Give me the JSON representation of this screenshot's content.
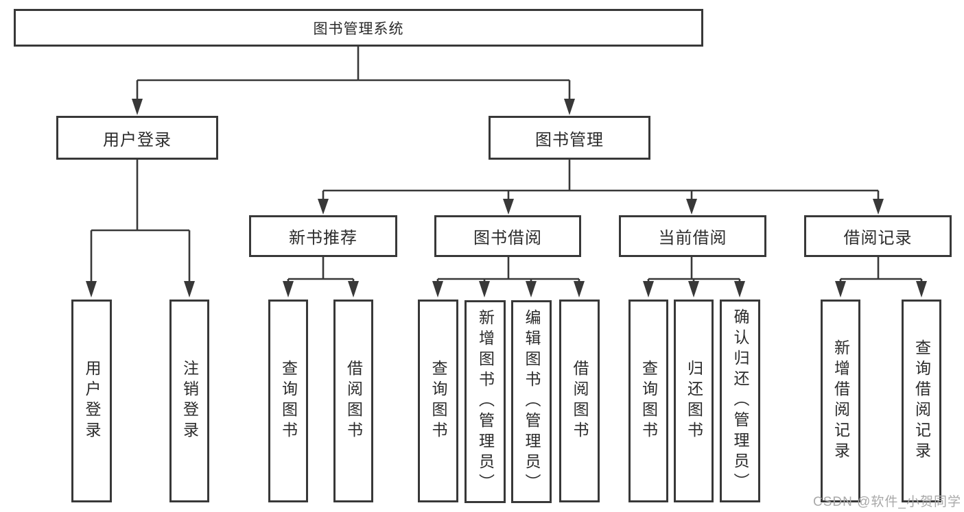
{
  "diagram_title": "图书管理系统",
  "nodes": {
    "root": {
      "label": "图书管理系统"
    },
    "level2": [
      {
        "label": "用户登录"
      },
      {
        "label": "图书管理"
      }
    ],
    "level3": [
      {
        "label": "新书推荐"
      },
      {
        "label": "图书借阅"
      },
      {
        "label": "当前借阅"
      },
      {
        "label": "借阅记录"
      }
    ],
    "leaves_login": [
      {
        "label": "用户登录"
      },
      {
        "label": "注销登录"
      }
    ],
    "leaves_new_books": [
      {
        "label": "查询图书"
      },
      {
        "label": "借阅图书"
      }
    ],
    "leaves_borrow": [
      {
        "label": "查询图书"
      },
      {
        "label": "新增图书（管理员）"
      },
      {
        "label": "编辑图书（管理员）"
      },
      {
        "label": "借阅图书"
      }
    ],
    "leaves_current": [
      {
        "label": "查询图书"
      },
      {
        "label": "归还图书"
      },
      {
        "label": "确认归还（管理员）"
      }
    ],
    "leaves_records": [
      {
        "label": "新增借阅记录"
      },
      {
        "label": "查询借阅记录"
      }
    ]
  },
  "watermark": {
    "text": "CSDN @软件_小贺同学"
  },
  "colors": {
    "line": "#383838",
    "box_border": "#383838",
    "box_background": "#ffffff",
    "text": "#2b2b2b",
    "watermark": "#a9a9a9",
    "page_background": "#ffffff"
  }
}
